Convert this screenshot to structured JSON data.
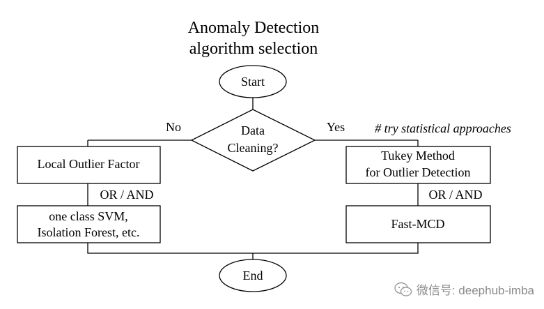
{
  "title": {
    "line1": "Anomaly Detection",
    "line2": "algorithm selection"
  },
  "nodes": {
    "start": "Start",
    "decision": {
      "line1": "Data",
      "line2": "Cleaning?"
    },
    "lof": "Local Outlier Factor",
    "svm": {
      "line1": "one class SVM,",
      "line2": "Isolation Forest, etc."
    },
    "tukey": {
      "line1": "Tukey Method",
      "line2": "for Outlier Detection"
    },
    "fastmcd": "Fast-MCD",
    "end": "End"
  },
  "edge_labels": {
    "no": "No",
    "yes": "Yes",
    "or_and_left": "OR / AND",
    "or_and_right": "OR / AND"
  },
  "annotation": "# try statistical approaches",
  "watermark": {
    "icon": "wechat-icon",
    "text": "微信号: deephub-imba"
  }
}
